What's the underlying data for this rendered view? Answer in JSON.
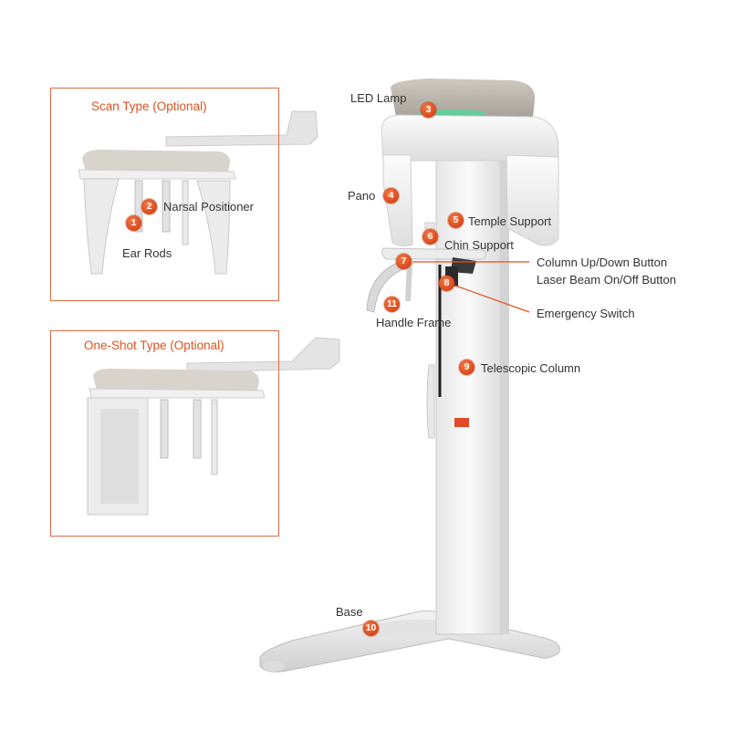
{
  "colors": {
    "accent": "#e0521f",
    "badge": "#e0521f",
    "machine_light": "#f1f1f1",
    "machine_shade": "#d4d4d4",
    "machine_dark": "#2b2b2b"
  },
  "boxes": {
    "scan": {
      "title": "Scan Type (Optional)"
    },
    "oneshot": {
      "title": "One-Shot  Type (Optional)"
    }
  },
  "labels": [
    {
      "num": "1",
      "text": "Ear Rods"
    },
    {
      "num": "2",
      "text": "Narsal Positioner"
    },
    {
      "num": "3",
      "text": "LED Lamp"
    },
    {
      "num": "4",
      "text": "Pano"
    },
    {
      "num": "5",
      "text": "Temple Support"
    },
    {
      "num": "6",
      "text": "Chin Support"
    },
    {
      "num": "7",
      "text": "Column Up/Down Button"
    },
    {
      "num": "8",
      "text": "Emergency Switch"
    },
    {
      "num": "9",
      "text": "Telescopic Column"
    },
    {
      "num": "10",
      "text": "Base"
    },
    {
      "num": "11",
      "text": "Handle Frame"
    }
  ],
  "extra_label": "Laser Beam On/Off Button"
}
